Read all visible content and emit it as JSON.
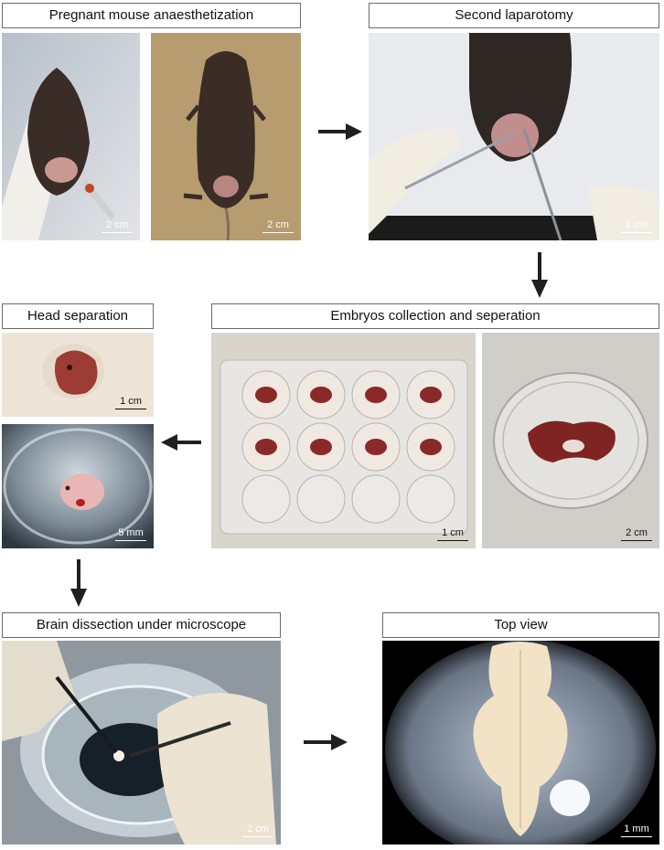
{
  "titles": {
    "anaesthetization": "Pregnant mouse anaesthetization",
    "laparotomy": "Second laparotomy",
    "head_separation": "Head separation",
    "embryos": "Embryos collection and seperation",
    "brain_dissection": "Brain dissection under microscope",
    "top_view": "Top view"
  },
  "scales": {
    "p1": "2 cm",
    "p2": "2 cm",
    "p3": "1 cm",
    "p4": "1 cm",
    "p5": "5 mm",
    "p6": "1 cm",
    "p7": "2 cm",
    "p8": "2 cm",
    "p9": "1 mm"
  },
  "colors": {
    "arrow": "#231f20",
    "box_border": "#6a6a6a"
  }
}
